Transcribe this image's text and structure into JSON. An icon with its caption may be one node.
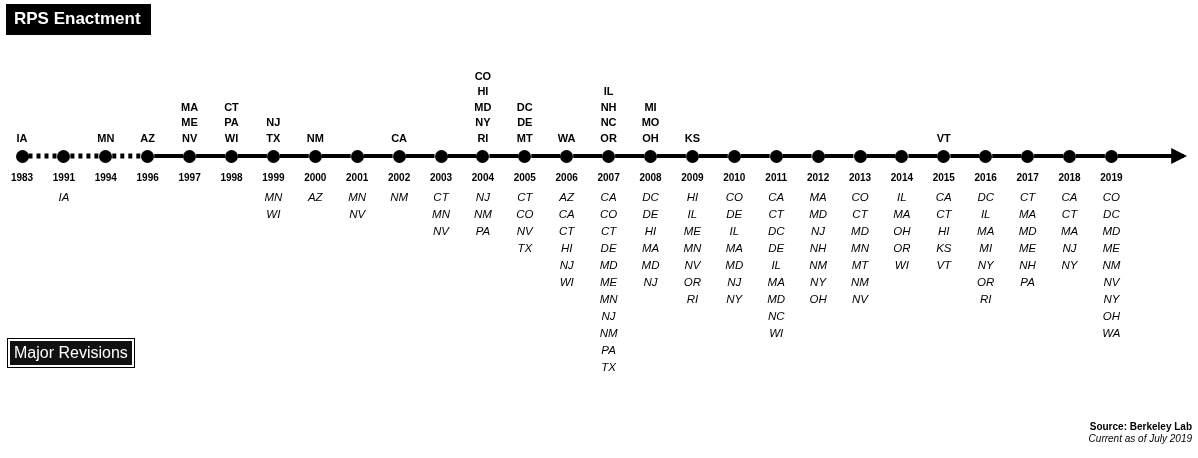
{
  "diagram": {
    "title": "RPS Enactment",
    "nodes": [
      {
        "text": [],
        "shape": "circle",
        "beside": [
          "IA",
          "1983"
        ]
      },
      {
        "text": [],
        "shape": "circle",
        "beside": [
          "1991",
          "IA"
        ]
      },
      {
        "text": [],
        "shape": "circle",
        "beside": [
          "MN",
          "1994"
        ]
      },
      {
        "text": [],
        "shape": "circle",
        "beside": [
          "AZ",
          "1996"
        ]
      },
      {
        "text": [],
        "shape": "circle",
        "beside": [
          "MA ME NV",
          "1997"
        ]
      },
      {
        "text": [],
        "shape": "circle",
        "beside": [
          "CT PA WI",
          "1998"
        ]
      },
      {
        "text": [],
        "shape": "circle",
        "beside": [
          "NJ TX",
          "1999",
          "MN WI"
        ]
      },
      {
        "text": [],
        "shape": "circle",
        "beside": [
          "NM",
          "2000",
          "AZ"
        ]
      },
      {
        "text": [],
        "shape": "circle",
        "beside": [
          "2001",
          "MN NV"
        ]
      },
      {
        "text": [],
        "shape": "circle",
        "beside": [
          "CA",
          "2002",
          "NM"
        ]
      },
      {
        "text": [],
        "shape": "circle",
        "beside": [
          "2003",
          "CT MN NV"
        ]
      },
      {
        "text": [],
        "shape": "circle",
        "beside": [
          "CO HI MD NY RI",
          "2004",
          "NJ NM PA"
        ]
      },
      {
        "text": [],
        "shape": "circle",
        "beside": [
          "DC DE MT",
          "2005",
          "CT CO NV TX"
        ]
      },
      {
        "text": [],
        "shape": "circle",
        "beside": [
          "WA",
          "2006",
          "AZ CA CT HI NJ WI"
        ]
      },
      {
        "text": [],
        "shape": "circle",
        "beside": [
          "IL NH NC OR",
          "2007",
          "CA CO CT DE MD ME MN NJ NM PA TX"
        ]
      },
      {
        "text": [],
        "shape": "circle",
        "beside": [
          "MI MO OH",
          "2008",
          "DC DE HI MA MD NJ"
        ]
      },
      {
        "text": [],
        "shape": "circle",
        "beside": [
          "KS",
          "2009",
          "HI IL ME MN NV OR RI"
        ]
      },
      {
        "text": [],
        "shape": "circle",
        "beside": [
          "2010",
          "CO DE IL MA MD NJ NY"
        ]
      },
      {
        "text": [],
        "shape": "circle",
        "beside": [
          "2011",
          "CA CT DC DE IL MA MD NC WI"
        ]
      },
      {
        "text": [],
        "shape": "circle",
        "beside": [
          "2012",
          "MA MD NJ NH NM NY OH"
        ]
      },
      {
        "text": [],
        "shape": "circle",
        "beside": [
          "2013",
          "CO CT MD MN MT NM NV"
        ]
      },
      {
        "text": [],
        "shape": "circle",
        "beside": [
          "2014",
          "IL MA OH OR WI"
        ]
      },
      {
        "text": [],
        "shape": "circle",
        "beside": [
          "VT",
          "2015",
          "CA CT HI KS VT"
        ]
      },
      {
        "text": [],
        "shape": "circle",
        "beside": [
          "2016",
          "DC IL MA MI NY OR RI"
        ]
      },
      {
        "text": [],
        "shape": "circle",
        "beside": [
          "2017",
          "CT MA MD ME NH PA"
        ]
      },
      {
        "text": [],
        "shape": "circle",
        "beside": [
          "2018",
          "CA CT MA NJ NY"
        ]
      },
      {
        "text": [],
        "shape": "circle",
        "beside": [
          "2019",
          "CO DC MD ME NM NV NY OH WA"
        ]
      }
    ],
    "edges": [
      {
        "from": 0,
        "to": 1,
        "arrow": "none",
        "style": "dashed"
      },
      {
        "from": 1,
        "to": 2,
        "arrow": "none",
        "style": "dashed"
      },
      {
        "from": 2,
        "to": 3,
        "arrow": "none",
        "style": "dashed"
      },
      {
        "from": 3,
        "to": 4,
        "arrow": "none"
      },
      {
        "from": 4,
        "to": 5,
        "arrow": "none"
      },
      {
        "from": 5,
        "to": 6,
        "arrow": "none"
      },
      {
        "from": 6,
        "to": 7,
        "arrow": "none"
      },
      {
        "from": 7,
        "to": 8,
        "arrow": "none"
      },
      {
        "from": 8,
        "to": 9,
        "arrow": "none"
      },
      {
        "from": 9,
        "to": 10,
        "arrow": "none"
      },
      {
        "from": 10,
        "to": 11,
        "arrow": "none"
      },
      {
        "from": 11,
        "to": 12,
        "arrow": "none"
      },
      {
        "from": 12,
        "to": 13,
        "arrow": "none"
      },
      {
        "from": 13,
        "to": 14,
        "arrow": "none"
      },
      {
        "from": 14,
        "to": 15,
        "arrow": "none"
      },
      {
        "from": 15,
        "to": 16,
        "arrow": "none"
      },
      {
        "from": 16,
        "to": 17,
        "arrow": "none"
      },
      {
        "from": 17,
        "to": 18,
        "arrow": "none"
      },
      {
        "from": 18,
        "to": 19,
        "arrow": "none"
      },
      {
        "from": 19,
        "to": 20,
        "arrow": "none"
      },
      {
        "from": 20,
        "to": 21,
        "arrow": "none"
      },
      {
        "from": 21,
        "to": 22,
        "arrow": "none"
      },
      {
        "from": 22,
        "to": 23,
        "arrow": "none"
      },
      {
        "from": 23,
        "to": 24,
        "arrow": "none"
      },
      {
        "from": 24,
        "to": 25,
        "arrow": "none"
      },
      {
        "from": 25,
        "to": 26,
        "arrow": "none"
      },
      {
        "from": 26,
        "to": null,
        "arrow": "to"
      }
    ],
    "labels": [
      "Major Revisions",
      "Source: Berkeley Lab",
      "Current as of July 2019"
    ]
  }
}
